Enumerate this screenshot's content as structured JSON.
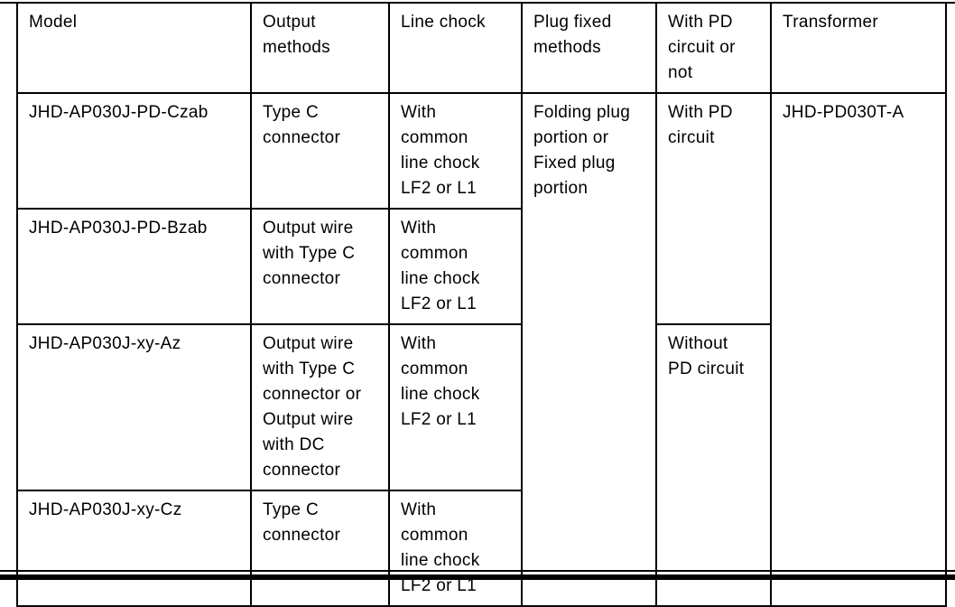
{
  "table": {
    "headers": [
      {
        "label": "Model"
      },
      {
        "label": "Output\nmethods"
      },
      {
        "label": "Line chock"
      },
      {
        "label": "Plug fixed\nmethods"
      },
      {
        "label": "With PD\ncircuit or\nnot"
      },
      {
        "label": "Transformer"
      }
    ],
    "rows": [
      {
        "model": "JHD-AP030J-PD-Czab",
        "output_methods": "Type C\nconnector",
        "line_chock": "With\ncommon\nline chock\nLF2 or L1"
      },
      {
        "model": "JHD-AP030J-PD-Bzab",
        "output_methods": "Output wire\nwith Type C\nconnector",
        "line_chock": "With\ncommon\nline chock\nLF2 or L1"
      },
      {
        "model": "JHD-AP030J-xy-Az",
        "output_methods": "Output wire\nwith Type C\nconnector or\nOutput wire\nwith DC\nconnector",
        "line_chock": "With\ncommon\nline chock\nLF2 or L1"
      },
      {
        "model": "JHD-AP030J-xy-Cz",
        "output_methods": "Type C\nconnector",
        "line_chock": "With\ncommon\nline chock\nLF2 or L1"
      }
    ],
    "plug_fixed_methods": "Folding plug\nportion or\nFixed plug\nportion",
    "pd_with": "With PD\ncircuit",
    "pd_without": "Without\nPD circuit",
    "transformer": "JHD-PD030T-A"
  },
  "colors": {
    "border": "#000000",
    "text": "#000000",
    "background": "#ffffff"
  }
}
